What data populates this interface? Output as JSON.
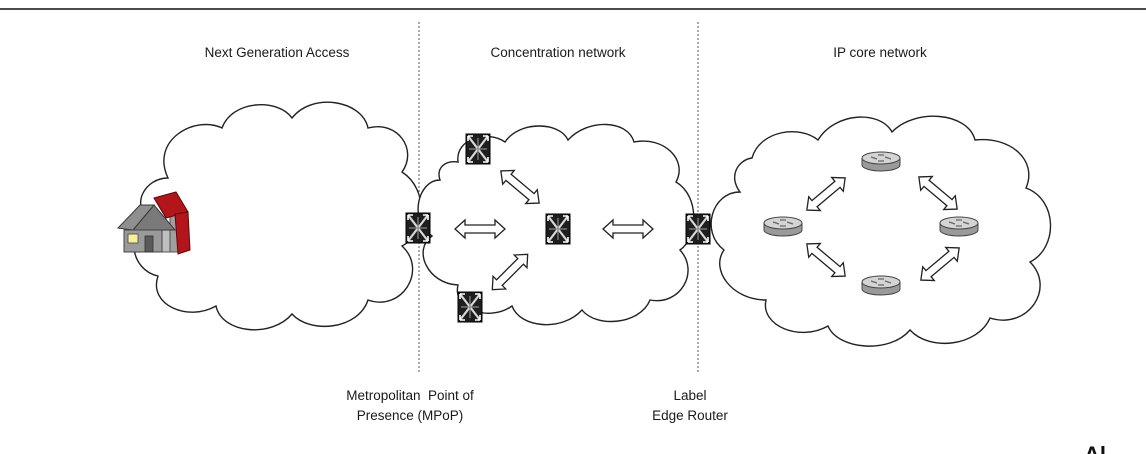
{
  "sections": {
    "access": "Next Generation Access",
    "concentration": "Concentration network",
    "core": "IP core network"
  },
  "captions": {
    "mpop_line1": "Metropolitan  Point of",
    "mpop_line2": "Presence (MPoP)",
    "ler_line1": "Label",
    "ler_line2": "Edge Router"
  },
  "corner_text": "Al",
  "icons": {
    "home": "house-icon",
    "switch": "atm-switch-icon",
    "router": "router-icon"
  },
  "colors": {
    "house_red": "#b3151b",
    "house_gray": "#8a8a8a",
    "switch_dark": "#222222",
    "router_gray": "#b5b5b5"
  }
}
